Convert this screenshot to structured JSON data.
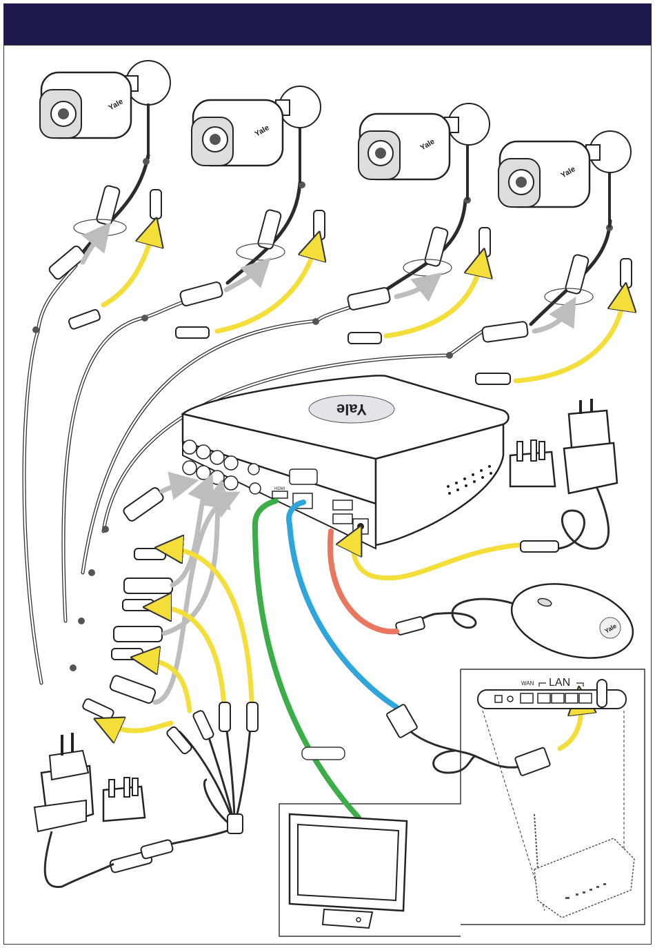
{
  "brand": {
    "logo_text": "Yale"
  },
  "router": {
    "wan_label": "WAN",
    "lan_label": "LAN"
  },
  "recorder": {
    "hdmi_label": "HDMI"
  },
  "colors": {
    "header": "#1f1a4d",
    "video_arrow": "#bdbdbd",
    "power_arrow": "#f4de3a",
    "hdmi_cable": "#3cae49",
    "network_cable": "#2ea6dc",
    "usb_cable": "#e9775f",
    "cable": "#2b2b2b"
  },
  "icons": [
    "camera-icon",
    "dvr-recorder-icon",
    "power-adapter-icon",
    "uk-plug-adapter-icon",
    "mouse-icon",
    "router-icon",
    "monitor-icon",
    "bnc-connector-icon",
    "dc-connector-icon",
    "rj45-connector-icon",
    "usb-connector-icon"
  ]
}
